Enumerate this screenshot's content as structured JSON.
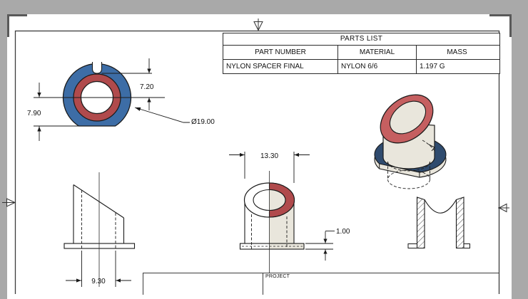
{
  "app": {
    "background": "#a9a9a9",
    "paper": "#ffffff"
  },
  "parts_list": {
    "title": "PARTS LIST",
    "columns": [
      "PART NUMBER",
      "MATERIAL",
      "MASS"
    ],
    "rows": [
      {
        "part_number": "NYLON SPACER FINAL",
        "material": "NYLON 6/6",
        "mass": "1.197 G"
      }
    ]
  },
  "title_block": {
    "project_label": "PROJECT"
  },
  "dimensions": {
    "slot_to_center": "7.20",
    "center_to_bottom": "7.90",
    "outer_diameter": "Ø19.00",
    "cylinder_width": "13.30",
    "flange_thickness": "1.00",
    "inner_width": "9.30"
  },
  "colors": {
    "body_blue": "#3d6da6",
    "ring_red": "#b04a4c",
    "iso_ring_red": "#c55f60",
    "iso_base_navy": "#2f4b6e",
    "cream": "#e9e6dc",
    "line": "#1a1a1a"
  }
}
